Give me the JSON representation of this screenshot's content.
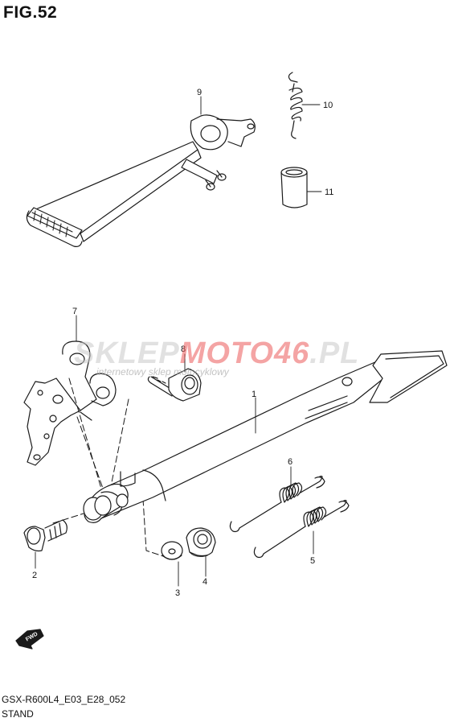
{
  "figure": {
    "title": "FIG.52",
    "code": "GSX-R600L4_E03_E28_052",
    "name": "STAND"
  },
  "watermark": {
    "brand_grey": "SKLEP",
    "brand_red": "MOTO46",
    "brand_tld": ".PL",
    "subtitle": "internetowy sklep motocyklowy"
  },
  "callouts": {
    "p1": "1",
    "p2": "2",
    "p3": "3",
    "p4": "4",
    "p5": "5",
    "p6": "6",
    "p7": "7",
    "p8": "8",
    "p9": "9",
    "p10": "10",
    "p11": "11"
  },
  "direction_badge": "FWD",
  "colors": {
    "line": "#1a1a1a",
    "watermark_red": "#eb5a5a",
    "watermark_grey": "#c8c8c8"
  }
}
